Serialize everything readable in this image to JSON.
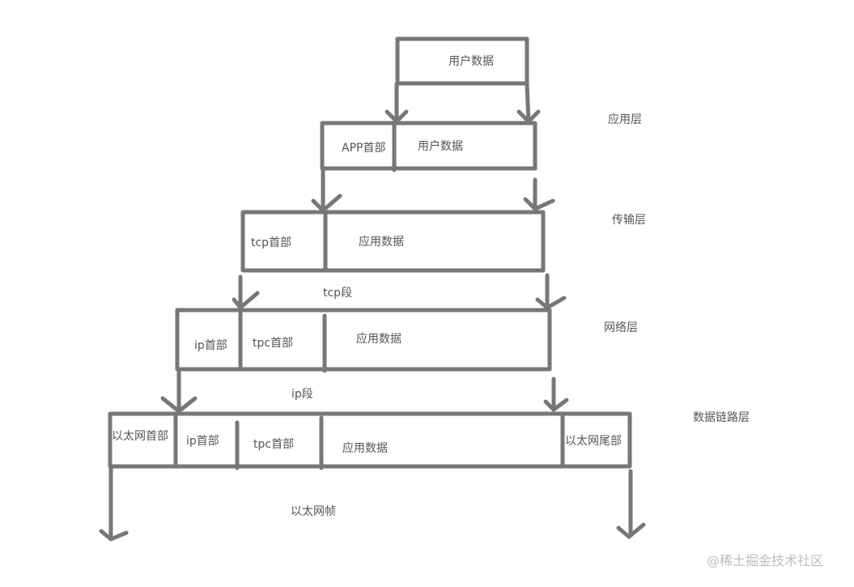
{
  "colors": {
    "stroke": "#777777",
    "text": "#555555",
    "watermark": "#bdbdbd",
    "background": "#ffffff"
  },
  "boxes": {
    "user": {
      "user_data": "用户数据"
    },
    "app": {
      "app_header": "APP首部",
      "user_data": "用户数据"
    },
    "tcp": {
      "tcp_header": "tcp首部",
      "app_data": "应用数据"
    },
    "ip": {
      "ip_header": "ip首部",
      "tpc_header": "tpc首部",
      "app_data": "应用数据"
    },
    "eth": {
      "eth_header": "以太网首部",
      "ip_header": "ip首部",
      "tpc_header": "tpc首部",
      "app_data": "应用数据",
      "eth_trailer": "以太网尾部"
    }
  },
  "layers": {
    "application": "应用层",
    "transport": "传输层",
    "network": "网络层",
    "datalink": "数据链路层"
  },
  "captions": {
    "tcp_segment": "tcp段",
    "ip_segment": "ip段",
    "ethernet_frame": "以太网帧"
  },
  "watermark": "@稀土掘金技术社区"
}
